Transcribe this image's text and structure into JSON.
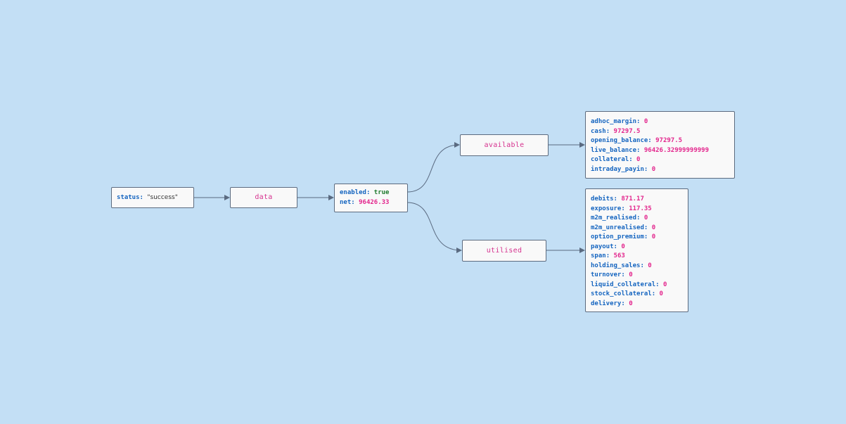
{
  "colors": {
    "background": "#c3dff5",
    "node_fill": "#f9f9f9",
    "node_border": "#5c6b7f",
    "key": "#1565c0",
    "number": "#e3268d",
    "boolean": "#1f7a2e",
    "string": "#333333",
    "edge": "#5a6a80"
  },
  "root": {
    "status_key": "status",
    "status_value": "\"success\""
  },
  "data_node": {
    "label": "data"
  },
  "data_fields": {
    "enabled_key": "enabled",
    "enabled_value": "true",
    "net_key": "net",
    "net_value": "96426.33"
  },
  "available_node": {
    "label": "available"
  },
  "utilised_node": {
    "label": "utilised"
  },
  "available": [
    {
      "key": "adhoc_margin",
      "value": "0"
    },
    {
      "key": "cash",
      "value": "97297.5"
    },
    {
      "key": "opening_balance",
      "value": "97297.5"
    },
    {
      "key": "live_balance",
      "value": "96426.32999999999"
    },
    {
      "key": "collateral",
      "value": "0"
    },
    {
      "key": "intraday_payin",
      "value": "0"
    }
  ],
  "utilised": [
    {
      "key": "debits",
      "value": "871.17"
    },
    {
      "key": "exposure",
      "value": "117.35"
    },
    {
      "key": "m2m_realised",
      "value": "0"
    },
    {
      "key": "m2m_unrealised",
      "value": "0"
    },
    {
      "key": "option_premium",
      "value": "0"
    },
    {
      "key": "payout",
      "value": "0"
    },
    {
      "key": "span",
      "value": "563"
    },
    {
      "key": "holding_sales",
      "value": "0"
    },
    {
      "key": "turnover",
      "value": "0"
    },
    {
      "key": "liquid_collateral",
      "value": "0"
    },
    {
      "key": "stock_collateral",
      "value": "0"
    },
    {
      "key": "delivery",
      "value": "0"
    }
  ]
}
